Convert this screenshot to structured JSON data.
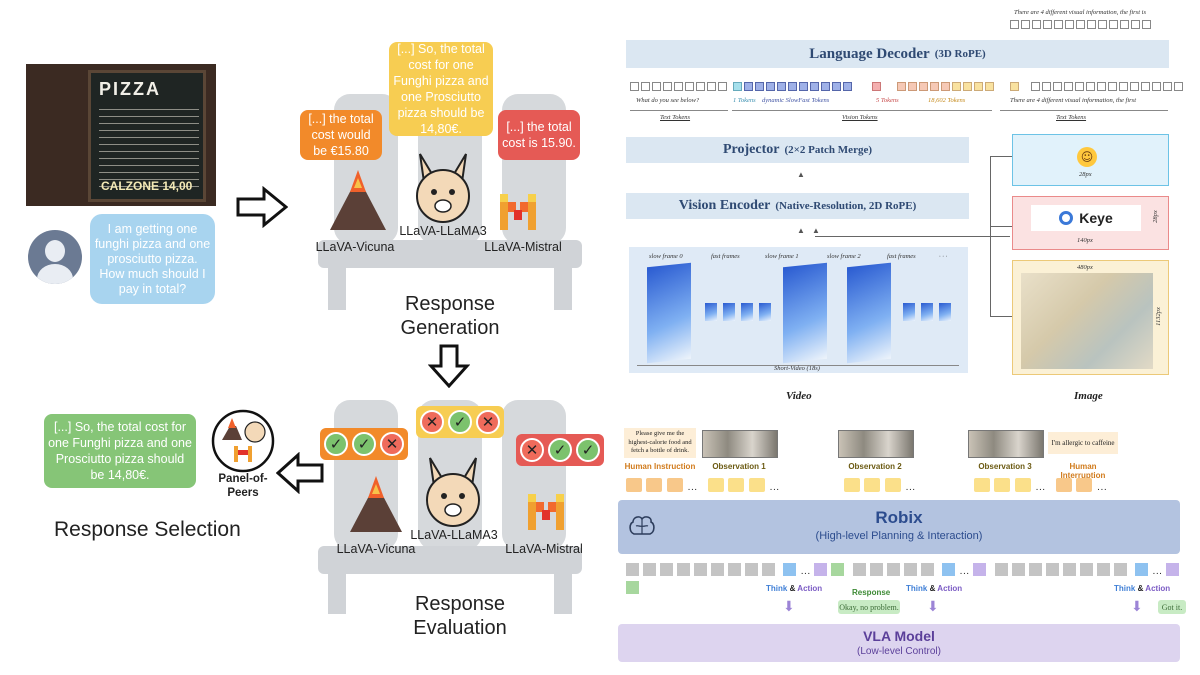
{
  "left": {
    "photo_board_title": "PIZZA",
    "photo_board_special": "CALZONE 14,00",
    "user_question": "I am getting one funghi pizza and one prosciutto pizza. How much should I pay in total?",
    "responses": {
      "vicuna": "[...] the total cost would be €15.80",
      "llama": "[...] So, the total cost for one Funghi pizza and one Prosciutto pizza should be 14,80€.",
      "mistral": "[...] the total cost is 15.90."
    },
    "models": {
      "vicuna": "LLaVA-Vicuna",
      "llama": "LLaVA-LLaMA3",
      "mistral": "LLaVA-Mistral"
    },
    "stage_generation": [
      "Response",
      "Generation"
    ],
    "stage_evaluation": [
      "Response",
      "Evaluation"
    ],
    "stage_selection": "Response Selection",
    "panel_label": [
      "Panel-of-",
      "Peers"
    ],
    "selected_response": "[...] So, the total cost for one Funghi pizza and one Prosciutto pizza should be 14,80€.",
    "votes": {
      "vicuna": [
        "ok",
        "ok",
        "no"
      ],
      "llama": [
        "no",
        "ok",
        "no"
      ],
      "mistral": [
        "no",
        "ok",
        "ok"
      ]
    },
    "colors": {
      "orange": "#f28a2a",
      "yellow": "#f7cd52",
      "red": "#e55a55",
      "green": "#86c577",
      "user_bubble": "#a8d4ef"
    }
  },
  "right_top": {
    "top_caption": "There are 4 different visual information, the first is",
    "decoder": "Language Decoder",
    "decoder_sub": "(3D RoPE)",
    "projector": "Projector",
    "projector_sub": "(2×2 Patch Merge)",
    "encoder": "Vision Encoder",
    "encoder_sub": "(Native-Resolution, 2D RoPE)",
    "token_captions": [
      "What do you see below?",
      "1 Tokens",
      "dynamic SlowFast Tokens",
      "5 Tokens",
      "18,602 Tokens",
      "There are 4 different visual information, the first"
    ],
    "group_labels": [
      "Text Tokens",
      "Vision Tokens",
      "Text Tokens"
    ],
    "frame_labels": [
      "slow frame 0",
      "fast frames",
      "slow frame 1",
      "slow frame 2",
      "fast frames",
      "· · ·"
    ],
    "video_caption": "Short-Video (18s)",
    "video_label": "Video",
    "image_label": "Image",
    "image_dims": [
      "28px",
      "140px",
      "28px",
      "480px",
      "1132px"
    ],
    "logo_text": "Keye"
  },
  "right_bottom": {
    "instruction_text": "Please give me the highest-calorie food and fetch a bottle of drink.",
    "instruction_highlight": "give me the highest-calorie food",
    "interruption_text": "I'm allergic to caffeine",
    "labels": [
      "Human Instruction",
      "Observation 1",
      "Observation 2",
      "Observation 3",
      "Human Interruption"
    ],
    "robix_title": "Robix",
    "robix_sub": "(High-level Planning & Interaction)",
    "think_action": [
      "Think",
      "&",
      "Action"
    ],
    "response_label": "Response",
    "response_text": "Okay, no problem.",
    "got_it": "Got it.",
    "vla_title": "VLA Model",
    "vla_sub": "(Low-level Control)",
    "ellipsis": "···"
  }
}
